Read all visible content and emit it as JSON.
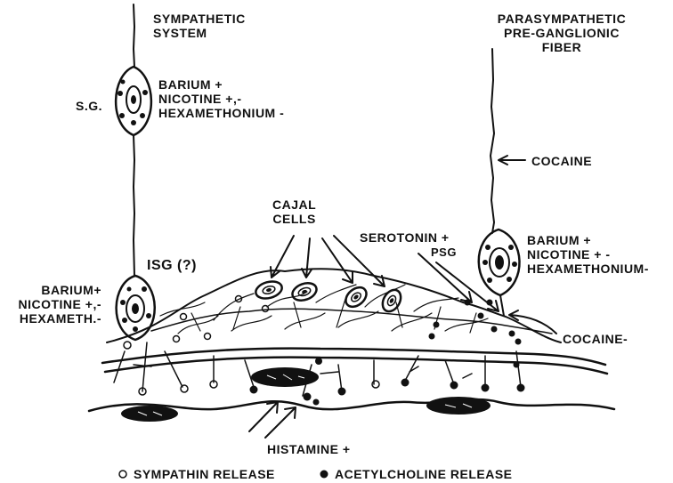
{
  "labels": {
    "sympathetic_system": "SYMPATHETIC\nSYSTEM",
    "sg": "S.G.",
    "sg_drugs": "BARIUM +\nNICOTINE +,-\nHEXAMETHONIUM -",
    "parasympathetic": "PARASYMPATHETIC\nPRE-GANGLIONIC\nFIBER",
    "cocaine_top": "COCAINE",
    "cajal_cells": "CAJAL\nCELLS",
    "serotonin": "SEROTONIN +",
    "psg": "PSG",
    "psg_drugs": "BARIUM +\nNICOTINE + -\nHEXAMETHONIUM-",
    "isg": "ISG (?)",
    "isg_drugs": "BARIUM+\nNICOTINE +,-\nHEXAMETH.-",
    "cocaine_right": "COCAINE-",
    "histamine": "HISTAMINE +"
  },
  "legend": {
    "sympathin": "SYMPATHIN RELEASE",
    "acetylcholine": "ACETYLCHOLINE RELEASE"
  },
  "colors": {
    "ink": "#111111",
    "background": "#ffffff"
  }
}
